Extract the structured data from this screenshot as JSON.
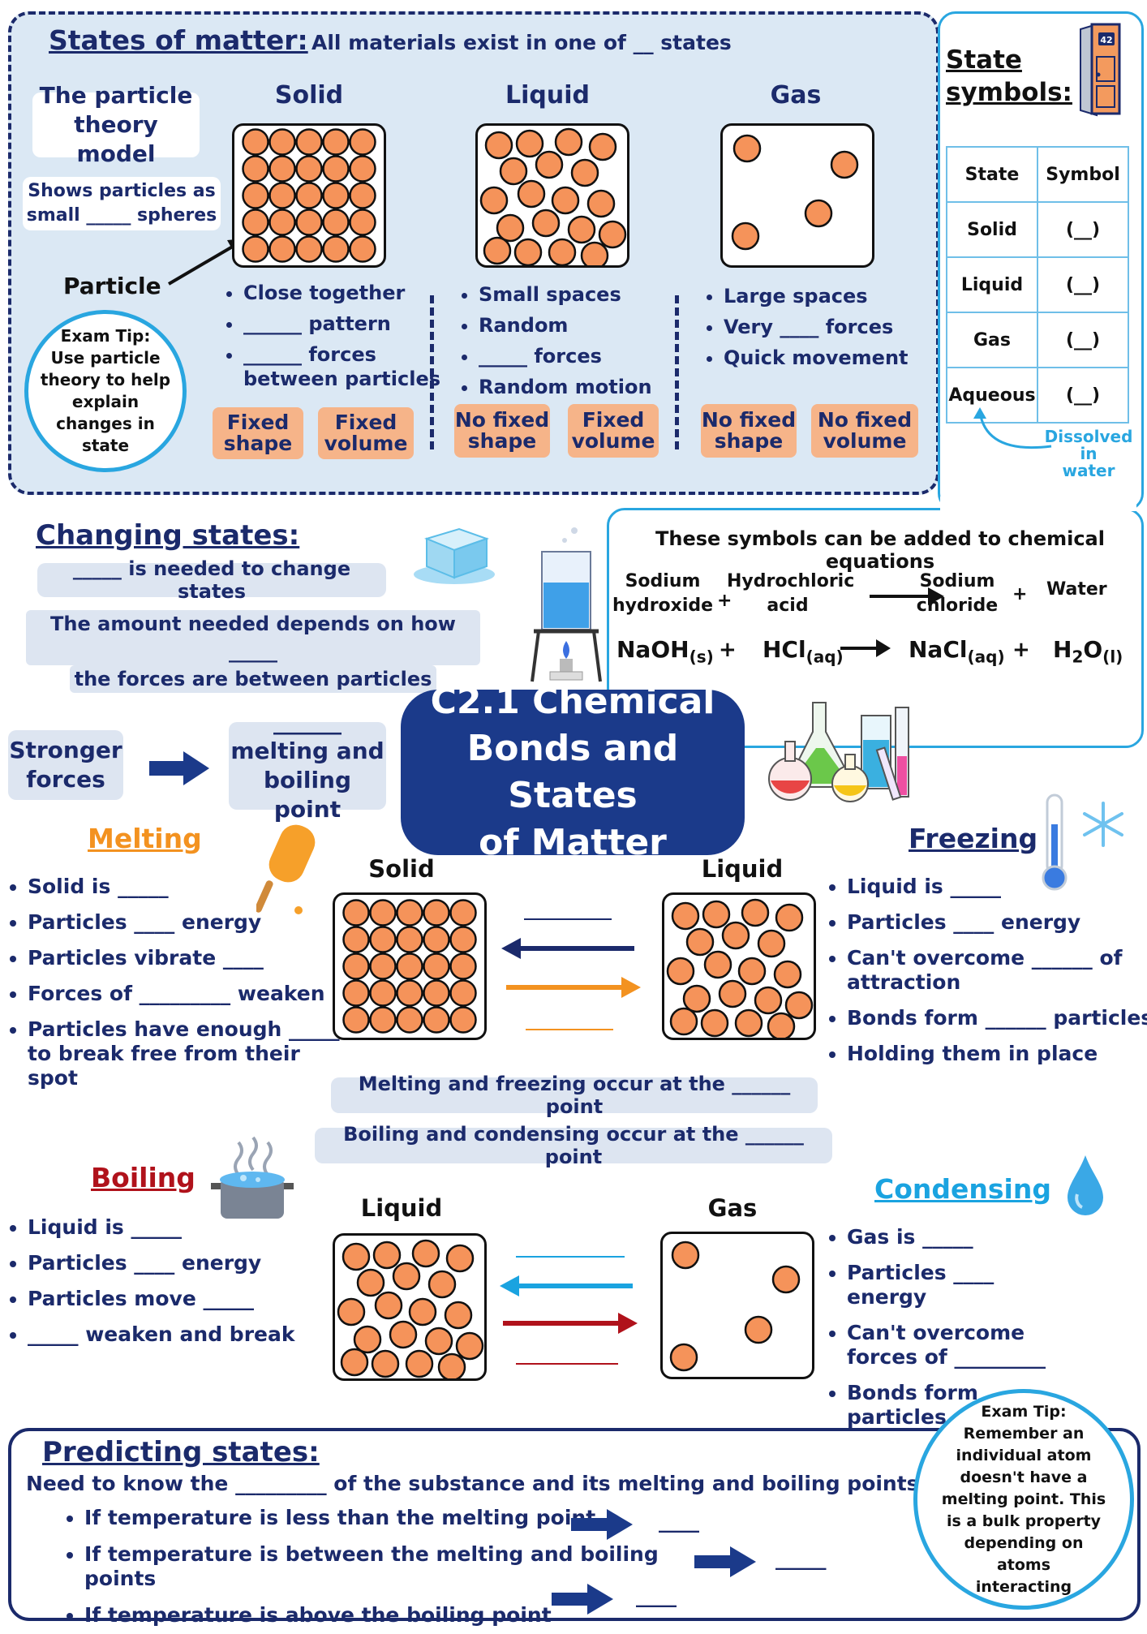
{
  "states_panel": {
    "heading": "States of matter:",
    "subheading": "All materials exist in one of __ states",
    "model_label_line1": "The particle",
    "model_label_line2": "theory model",
    "shows_line1": "Shows particles as",
    "shows_line2": "small _____ spheres",
    "particle_label": "Particle",
    "exam_tip": [
      "Exam Tip:",
      "Use particle",
      "theory to help",
      "explain",
      "changes in",
      "state"
    ],
    "solid": {
      "title": "Solid",
      "bullets": [
        "Close together",
        "______ pattern",
        "______ forces between particles"
      ],
      "tags": [
        [
          "Fixed",
          "shape"
        ],
        [
          "Fixed",
          "volume"
        ]
      ]
    },
    "liquid": {
      "title": "Liquid",
      "bullets": [
        "Small spaces",
        "Random",
        "_____ forces",
        "Random motion"
      ],
      "tags": [
        [
          "No fixed",
          "shape"
        ],
        [
          "Fixed",
          "volume"
        ]
      ]
    },
    "gas": {
      "title": "Gas",
      "bullets": [
        "Large spaces",
        "Very ____ forces",
        "Quick movement"
      ],
      "tags": [
        [
          "No fixed",
          "shape"
        ],
        [
          "No fixed",
          "volume"
        ]
      ]
    }
  },
  "state_symbols": {
    "heading_line1": "State",
    "heading_line2": "symbols:",
    "door_number": "42",
    "table_header": [
      "State",
      "Symbol"
    ],
    "rows": [
      [
        "Solid",
        "(__)"
      ],
      [
        "Liquid",
        "(__)"
      ],
      [
        "Gas",
        "(__)"
      ],
      [
        "Aqueous",
        "(__)"
      ]
    ],
    "dissolved": [
      "Dissolved",
      "in",
      "water"
    ],
    "equations_note": "These symbols can be added to chemical equations",
    "word_eq": [
      "Sodium",
      "hydroxide",
      "+",
      "Hydrochloric",
      "acid",
      "Sodium",
      "chloride",
      "+",
      "Water"
    ],
    "symbol_eq": {
      "naoh": "NaOH",
      "naoh_s": "(s)",
      "plus1": "+",
      "hcl": "HCl",
      "hcl_s": "(aq)",
      "nacl": "NaCl",
      "nacl_s": "(aq)",
      "plus2": "+",
      "h": "H",
      "two": "2",
      "o": "O",
      "h2o_s": "(l)"
    }
  },
  "changing": {
    "heading": "Changing states:",
    "line1": "_____ is needed to change states",
    "line2a": "The amount needed depends on how _____",
    "line2b": "the forces are between particles",
    "stronger_line1": "Stronger",
    "stronger_line2": "forces",
    "result_line0": "______",
    "result_line1": "melting and",
    "result_line2": "boiling point"
  },
  "title": {
    "line1": "C2.1 Chemical",
    "line2": "Bonds and States",
    "line3": "of Matter"
  },
  "melting": {
    "heading": "Melting",
    "bullets": [
      "Solid is _____",
      "Particles ____ energy",
      "Particles vibrate ____",
      "Forces of _________ weaken",
      "Particles have enough _____ to break free from their spot"
    ]
  },
  "freezing": {
    "heading": "Freezing",
    "bullets": [
      "Liquid is _____",
      "Particles ____ energy",
      "Can't overcome ______ of attraction",
      "Bonds form ______ particles",
      "Holding them in place"
    ]
  },
  "melt_freeze_diagram": {
    "left_title": "Solid",
    "right_title": "Liquid"
  },
  "melt_point_note": "Melting and freezing occur at the ______ point",
  "boil_point_note": "Boiling and condensing occur at the ______ point",
  "boiling": {
    "heading": "Boiling",
    "bullets": [
      "Liquid is _____",
      "Particles ____ energy",
      "Particles move _____",
      "_____ weaken and break"
    ]
  },
  "condensing": {
    "heading": "Condensing",
    "bullets": [
      "Gas is _____",
      "Particles ____ energy",
      "Can't overcome forces of _________",
      "Bonds form ______ particles"
    ]
  },
  "boil_cond_diagram": {
    "left_title": "Liquid",
    "right_title": "Gas"
  },
  "predicting": {
    "heading": "Predicting states:",
    "intro": "Need to know the _________ of the substance and its melting and boiling points",
    "items": [
      {
        "text": "If temperature is less than the melting point",
        "blank": "____"
      },
      {
        "text": "If temperature is between the melting and boiling points",
        "blank": "_____"
      },
      {
        "text": "If temperature is above the boiling point",
        "blank": "____"
      }
    ],
    "exam_tip": [
      "Exam Tip:",
      "Remember an",
      "individual atom",
      "doesn't have a",
      "melting point. This",
      "is a bulk property",
      "depending on",
      "atoms",
      "interacting"
    ]
  },
  "colors": {
    "navy": "#1b2a6b",
    "particle": "#f5935a",
    "panel_bg": "#dbe8f4",
    "tag_bg": "#f6b489",
    "melting": "#f39220",
    "boiling": "#b0121b",
    "condensing": "#1aa3e0",
    "title_bg": "#1b3a8a"
  }
}
